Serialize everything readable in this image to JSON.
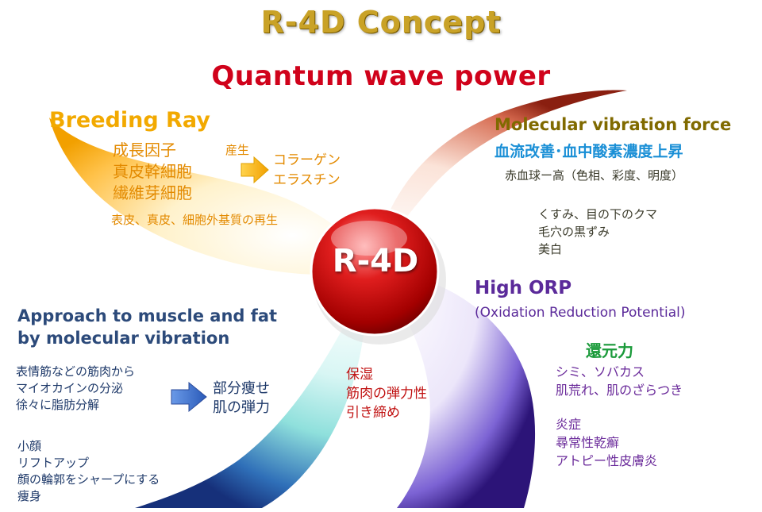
{
  "title": "R-4D Concept",
  "subtitle": "Quantum wave power",
  "center_label": "R-4D",
  "breeding": {
    "heading": "Breeding Ray",
    "factors": [
      "成長因子",
      "真皮幹細胞",
      "繊維芽細胞"
    ],
    "produce_label": "産生",
    "products": [
      "コラーゲン",
      "エラスチン"
    ],
    "note": "表皮、真皮、細胞外基質の再生"
  },
  "molecular": {
    "heading": "Molecular vibration force",
    "subheading": "血流改善･血中酸素濃度上昇",
    "line1": "赤血球ー高（色相、彩度、明度）",
    "items": [
      "くすみ、目の下のクマ",
      "毛穴の黒ずみ",
      "美白"
    ]
  },
  "orp": {
    "heading": "High ORP",
    "subheading": "(Oxidation Reduction Potential)",
    "reduction": "還元力",
    "group1": [
      "シミ、ソバカス",
      "肌荒れ、肌のざらつき"
    ],
    "group2": [
      "炎症",
      "尋常性乾癬",
      "アトピー性皮膚炎"
    ]
  },
  "approach": {
    "heading_lines": [
      "Approach to muscle and fat",
      "by molecular vibration"
    ],
    "causes": [
      "表情筋などの筋肉から",
      "マイオカインの分泌",
      "徐々に脂肪分解"
    ],
    "results": [
      "部分痩せ",
      "肌の弾力"
    ],
    "list": [
      "小顔",
      "リフトアップ",
      "顔の輪郭をシャープにする",
      "痩身"
    ]
  },
  "moisture": [
    "保湿",
    "筋肉の弾力性",
    "引き締め"
  ],
  "colors": {
    "orange": "#f2a900",
    "red_brown": "#a8321f",
    "purple": "#3a1e8c",
    "navy": "#1f3f8a",
    "title_gold": "#c9a227",
    "subtitle_red": "#d0021b"
  },
  "icons": {
    "produce_arrow": "right-arrow-icon",
    "result_arrow": "right-arrow-icon",
    "center_sphere": "sphere-icon"
  }
}
